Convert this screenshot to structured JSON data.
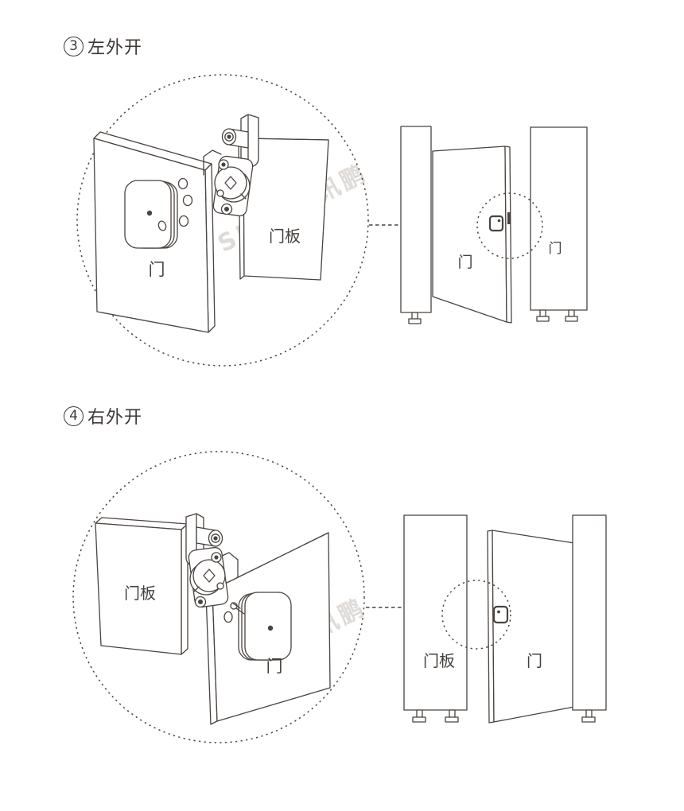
{
  "watermark": "SUNPN讯鹏",
  "colors": {
    "line": "#4a433f",
    "text": "#46403d",
    "watermark": "#dfdbd8",
    "background": "#ffffff"
  },
  "sections": [
    {
      "number": "3",
      "title": "左外开",
      "detail": {
        "door": "门",
        "panel": "门板"
      },
      "overview": {
        "door": "门",
        "panel": "门"
      }
    },
    {
      "number": "4",
      "title": "右外开",
      "detail": {
        "door": "门",
        "panel": "门板"
      },
      "overview": {
        "door": "门",
        "panel": "门板"
      }
    }
  ]
}
